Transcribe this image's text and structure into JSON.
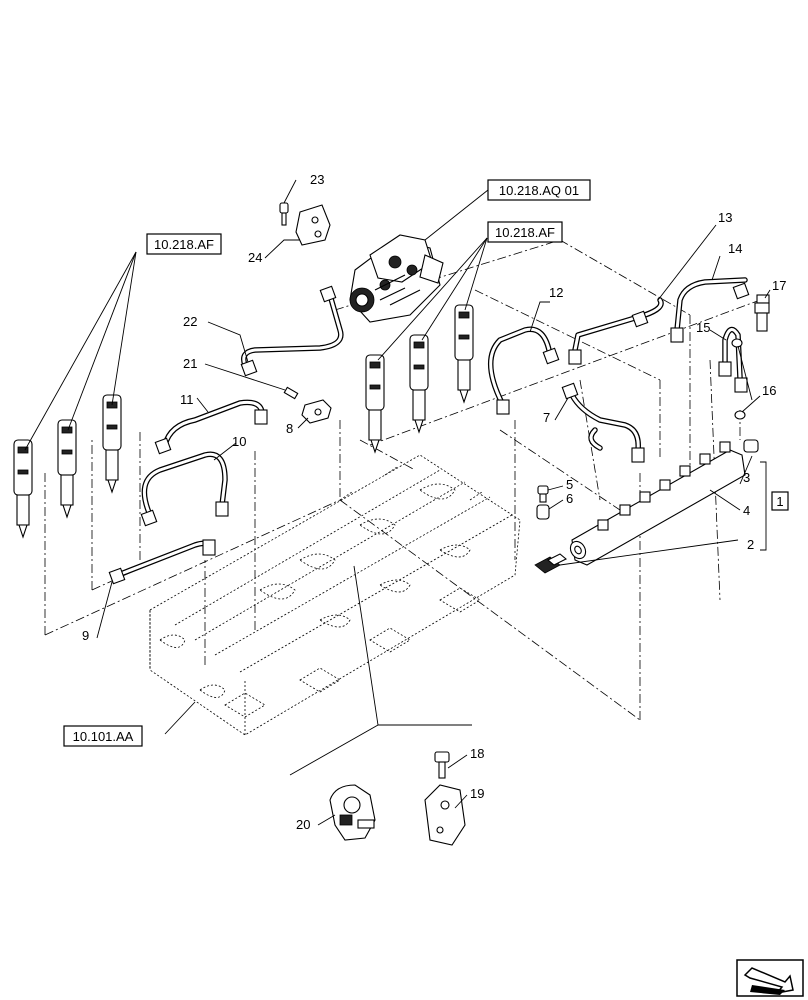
{
  "refs": {
    "pump_ref": "10.218.AQ 01",
    "injector_ref_left": "10.218.AF",
    "injector_ref_center": "10.218.AF",
    "engine_block_ref": "10.101.AA"
  },
  "group_label": "1",
  "callouts": {
    "c2": "2",
    "c3": "3",
    "c4": "4",
    "c5": "5",
    "c6": "6",
    "c7": "7",
    "c8": "8",
    "c9": "9",
    "c10": "10",
    "c11": "11",
    "c12": "12",
    "c13": "13",
    "c14": "14",
    "c15": "15",
    "c16": "16",
    "c17": "17",
    "c18": "18",
    "c19": "19",
    "c20": "20",
    "c21": "21",
    "c22": "22",
    "c23": "23",
    "c24": "24"
  },
  "icons": {
    "nav": "previous-page-arrow-icon"
  }
}
